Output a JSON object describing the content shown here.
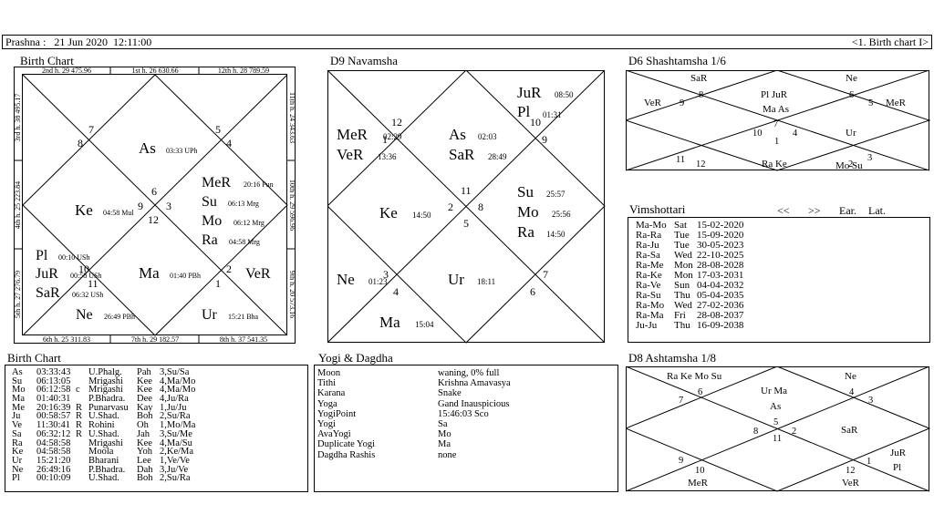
{
  "header": {
    "left_text": "Prashna :   21 Jun 2020  12:11:00",
    "right_text": "<1. Birth chart I>"
  },
  "titles": {
    "birth_chart": "Birth Chart",
    "d9": "D9 Navamsha",
    "d6": "D6 Shashtamsha 1/6",
    "vimshottari": "Vimshottari",
    "birth_table": "Birth Chart",
    "yogi": "Yogi & Dagdha",
    "d8": "D8 Ashtamsha 1/8"
  },
  "birth_chart": {
    "border": {
      "top": [
        "2nd h.  29  475.96",
        "1st h.  26  630.66",
        "12th h.  28  789.59"
      ],
      "bottom": [
        "6th h.  25  311.83",
        "7th h.  29  182.57",
        "8th h.  37  541.35"
      ],
      "left": [
        "3rd h.  38  495.17",
        "4th h.  25  223.84",
        "5th h.  27  276.79"
      ],
      "right": [
        "11th h.  24  343.63",
        "10th h.  29  596.96",
        "9th h.  20  573.16"
      ]
    },
    "signs": [
      "7",
      "8",
      "5",
      "4",
      "6",
      "9",
      "3",
      "12",
      "10",
      "11",
      "2",
      "1"
    ],
    "planets": [
      {
        "n": "As",
        "d": "03:33  UPh"
      },
      {
        "n": "MeR",
        "d": "20:16  Pun"
      },
      {
        "n": "Su",
        "d": "06:13  Mrg"
      },
      {
        "n": "Mo",
        "d": "06:12  Mrg"
      },
      {
        "n": "Ra",
        "d": "04:58  Mrg"
      },
      {
        "n": "Ke",
        "d": "04:58  Mul"
      },
      {
        "n": "Pl",
        "d": "00:10  USh"
      },
      {
        "n": "JuR",
        "d": "00:58  USh"
      },
      {
        "n": "SaR",
        "d": "06:32  USh"
      },
      {
        "n": "Ma",
        "d": "01:40  PBh"
      },
      {
        "n": "VeR",
        "d": ""
      },
      {
        "n": "Ne",
        "d": "26:49  PBh"
      },
      {
        "n": "Ur",
        "d": "15:21  Bha"
      }
    ]
  },
  "d9": {
    "signs": [
      "12",
      "1",
      "10",
      "9",
      "11",
      "2",
      "8",
      "5",
      "3",
      "4",
      "7",
      "6"
    ],
    "planets": [
      {
        "n": "JuR",
        "d": "08:50"
      },
      {
        "n": "Pl",
        "d": "01:31"
      },
      {
        "n": "MeR",
        "d": "02:29"
      },
      {
        "n": "VeR",
        "d": "13:36"
      },
      {
        "n": "As",
        "d": "02:03"
      },
      {
        "n": "SaR",
        "d": "28:49"
      },
      {
        "n": "Ke",
        "d": "14:50"
      },
      {
        "n": "Su",
        "d": "25:57"
      },
      {
        "n": "Mo",
        "d": "25:56"
      },
      {
        "n": "Ra",
        "d": "14:50"
      },
      {
        "n": "Ne",
        "d": "01:23"
      },
      {
        "n": "Ur",
        "d": "18:11"
      },
      {
        "n": "Ma",
        "d": "15:04"
      }
    ]
  },
  "d6": {
    "labels": [
      "SaR",
      "Ne",
      "VeR",
      "Pl JuR",
      "Ma As",
      "MeR",
      "Ur",
      "Ra Ke",
      "Mo Su"
    ],
    "signs": [
      "8",
      "9",
      "6",
      "5",
      "7",
      "10",
      "1",
      "4",
      "11",
      "12",
      "2",
      "3"
    ]
  },
  "d8": {
    "labels": [
      "Ra Ke Mo Su",
      "Ne",
      "Ur Ma",
      "As",
      "SaR",
      "JuR",
      "Pl",
      "MeR",
      "VeR"
    ],
    "signs": [
      "6",
      "7",
      "4",
      "3",
      "5",
      "8",
      "11",
      "2",
      "9",
      "10",
      "12",
      "1"
    ]
  },
  "vimshottari": {
    "controls": [
      "<<",
      ">>",
      "Ear.",
      "Lat."
    ],
    "rows": [
      [
        "Ma-Mo",
        "Sat",
        "15-02-2020"
      ],
      [
        "Ra-Ra",
        "Tue",
        "15-09-2020"
      ],
      [
        "Ra-Ju",
        "Tue",
        "30-05-2023"
      ],
      [
        "Ra-Sa",
        "Wed",
        "22-10-2025"
      ],
      [
        "Ra-Me",
        "Mon",
        "28-08-2028"
      ],
      [
        "Ra-Ke",
        "Mon",
        "17-03-2031"
      ],
      [
        "Ra-Ve",
        "Sun",
        "04-04-2032"
      ],
      [
        "Ra-Su",
        "Thu",
        "05-04-2035"
      ],
      [
        "Ra-Mo",
        "Wed",
        "27-02-2036"
      ],
      [
        "Ra-Ma",
        "Fri",
        "28-08-2037"
      ],
      [
        "Ju-Ju",
        "Thu",
        "16-09-2038"
      ]
    ]
  },
  "birth_table": {
    "rows": [
      [
        "As",
        "03:33:43",
        "",
        "U.Phalg.",
        "Pah",
        "3,Su/Sa"
      ],
      [
        "Su",
        "06:13:05",
        "",
        "Mrigashi",
        "Kee",
        "4,Ma/Mo"
      ],
      [
        "Mo",
        "06:12:58",
        "c",
        "Mrigashi",
        "Kee",
        "4,Ma/Mo"
      ],
      [
        "Ma",
        "01:40:31",
        "",
        "P.Bhadra.",
        "Dee",
        "4,Ju/Ra"
      ],
      [
        "Me",
        "20:16:39",
        "R",
        "Punarvasu",
        "Kay",
        "1,Ju/Ju"
      ],
      [
        "Ju",
        "00:58:57",
        "R",
        "U.Shad.",
        "Boh",
        "2,Su/Ra"
      ],
      [
        "Ve",
        "11:30:41",
        "R",
        "Rohini",
        "Oh",
        "1,Mo/Ma"
      ],
      [
        "Sa",
        "06:32:12",
        "R",
        "U.Shad.",
        "Jah",
        "3,Su/Me"
      ],
      [
        "Ra",
        "04:58:58",
        "",
        "Mrigashi",
        "Kee",
        "4,Ma/Su"
      ],
      [
        "Ke",
        "04:58:58",
        "",
        "Moola",
        "Yoh",
        "2,Ke/Ma"
      ],
      [
        "Ur",
        "15:21:20",
        "",
        "Bharani",
        "Lee",
        "1,Ve/Ve"
      ],
      [
        "Ne",
        "26:49:16",
        "",
        "P.Bhadra.",
        "Dah",
        "3,Ju/Ve"
      ],
      [
        "Pl",
        "00:10:09",
        "",
        "U.Shad.",
        "Boh",
        "2,Su/Ra"
      ]
    ]
  },
  "yogi": {
    "rows": [
      [
        "Moon",
        "waning, 0% full"
      ],
      [
        "Tithi",
        "Krishna  Amavasya"
      ],
      [
        "Karana",
        "Snake"
      ],
      [
        "Yoga",
        "Gand Inauspicious"
      ],
      [
        "YogiPoint",
        "15:46:03 Sco"
      ],
      [
        "Yogi",
        "Sa"
      ],
      [
        "AvaYogi",
        "Mo"
      ],
      [
        "Duplicate Yogi",
        "Ma"
      ],
      [
        "Dagdha Rashis",
        "none"
      ]
    ]
  }
}
